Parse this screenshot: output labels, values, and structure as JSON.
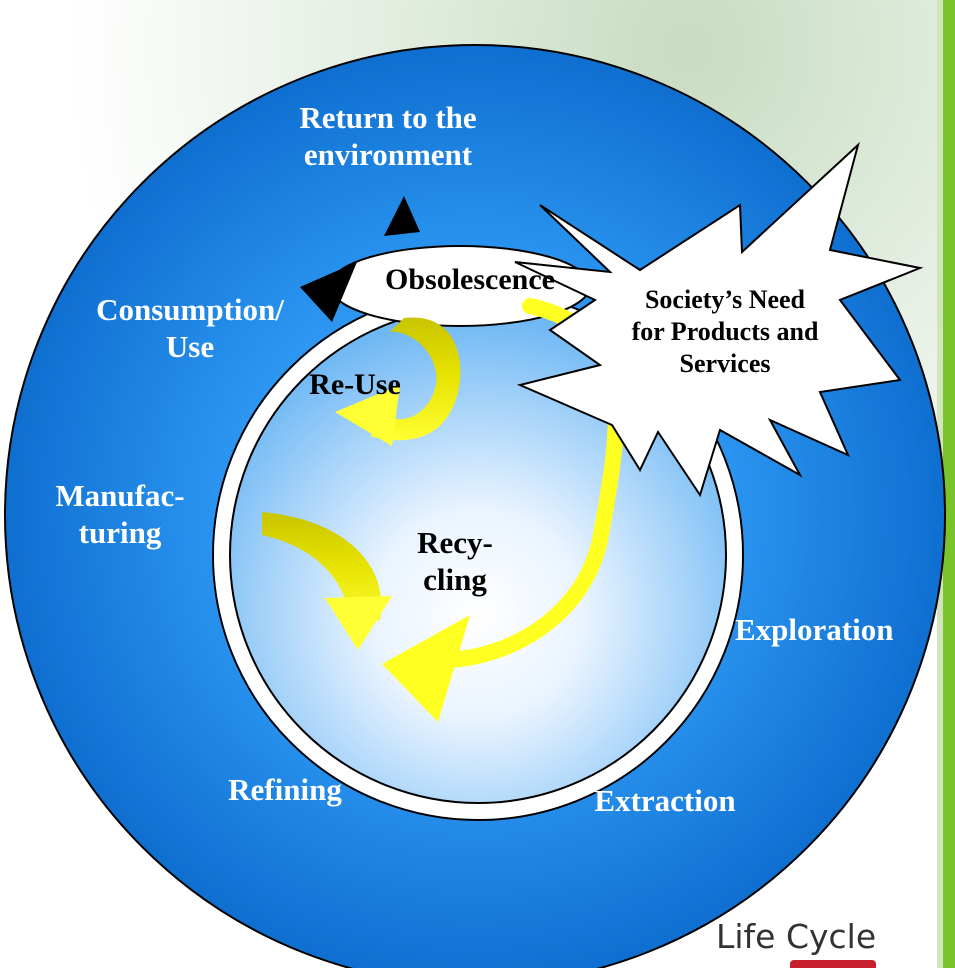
{
  "diagram": {
    "labels": {
      "return_line1": "Return to the",
      "return_line2": "environment",
      "obsolescence": "Obsolescence",
      "consumption_line1": "Consumption/",
      "consumption_line2": "Use",
      "reuse": "Re-Use",
      "manufacturing_line1": "Manufac-",
      "manufacturing_line2": "turing",
      "recycling_line1": "Recy-",
      "recycling_line2": "cling",
      "exploration": "Exploration",
      "refining": "Refining",
      "extraction": "Extraction",
      "society_line1": "Society’s Need",
      "society_line2": "for Products and",
      "society_line3": "Services"
    },
    "logo": "Life Cycle"
  },
  "colors": {
    "outer_circle": "#1f86e4",
    "inner_center": "#ffffff",
    "arrow_fill": "#ffff33",
    "arrow_shade": "#cccc00",
    "right_stripe": "#78c42a"
  }
}
